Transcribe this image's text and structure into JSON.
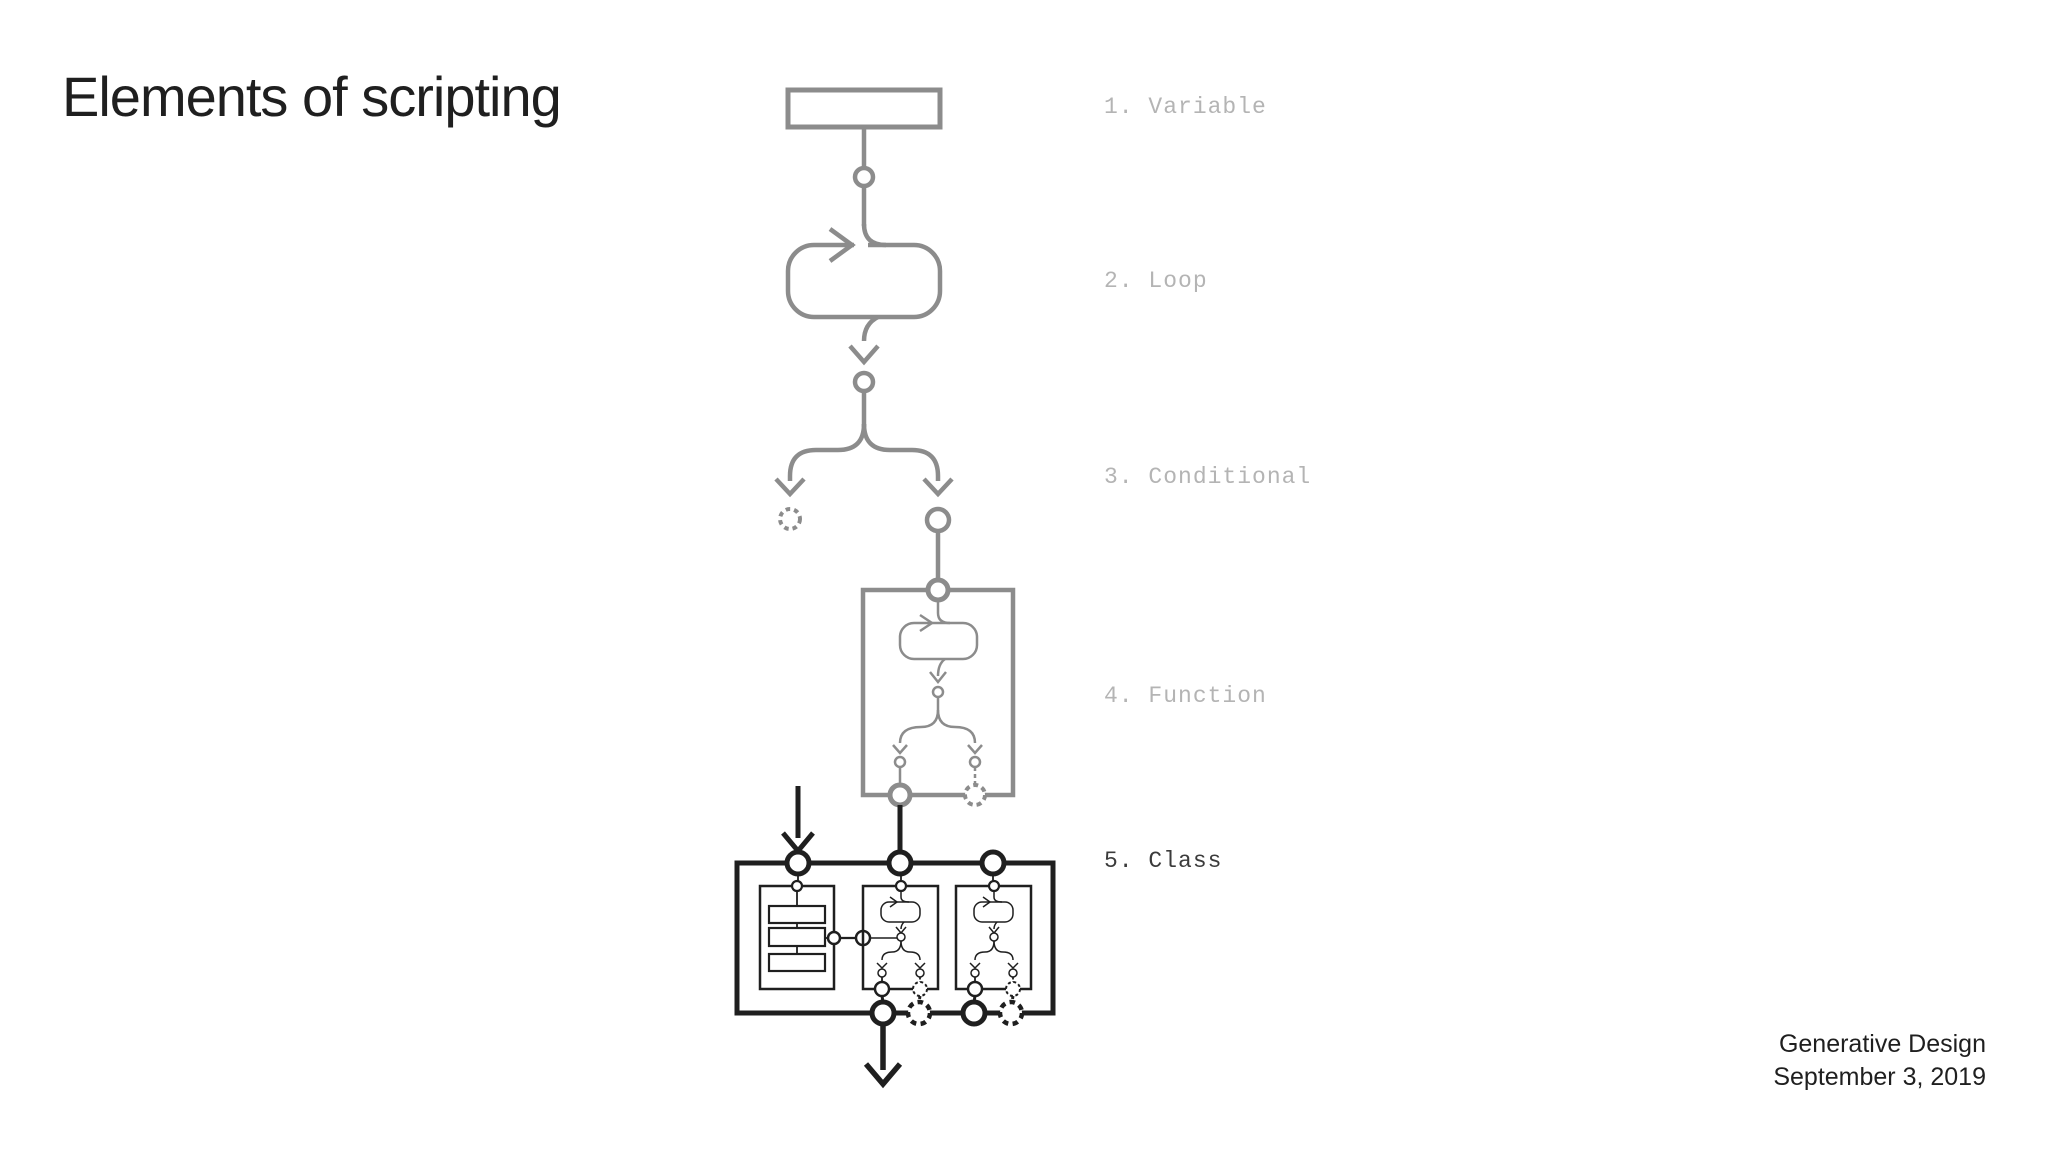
{
  "slide": {
    "title": "Elements of scripting",
    "footer": {
      "line1": "Generative Design",
      "line2": "September 3, 2019"
    }
  },
  "legend": {
    "items": [
      {
        "label": "1. Variable",
        "state": "inactive"
      },
      {
        "label": "2. Loop",
        "state": "inactive"
      },
      {
        "label": "3. Conditional",
        "state": "inactive"
      },
      {
        "label": "4. Function",
        "state": "inactive"
      },
      {
        "label": "5. Class",
        "state": "active"
      }
    ]
  },
  "diagram": {
    "description": "Flow diagram stacking scripting concepts: a variable block feeds a loop, then a conditional fork (one dashed dead-end, one continuing), into a function box containing a loop and conditional, ending in a class box holding a fields list and two function instances, with flow arrows in and out.",
    "elements": [
      "variable",
      "loop",
      "conditional",
      "function",
      "class"
    ],
    "colors": {
      "inactive_stroke": "#8c8c8c",
      "active_stroke": "#1f1f1f",
      "label_inactive": "#b4b4b4",
      "label_active": "#3b3b3b",
      "background": "#ffffff"
    }
  }
}
